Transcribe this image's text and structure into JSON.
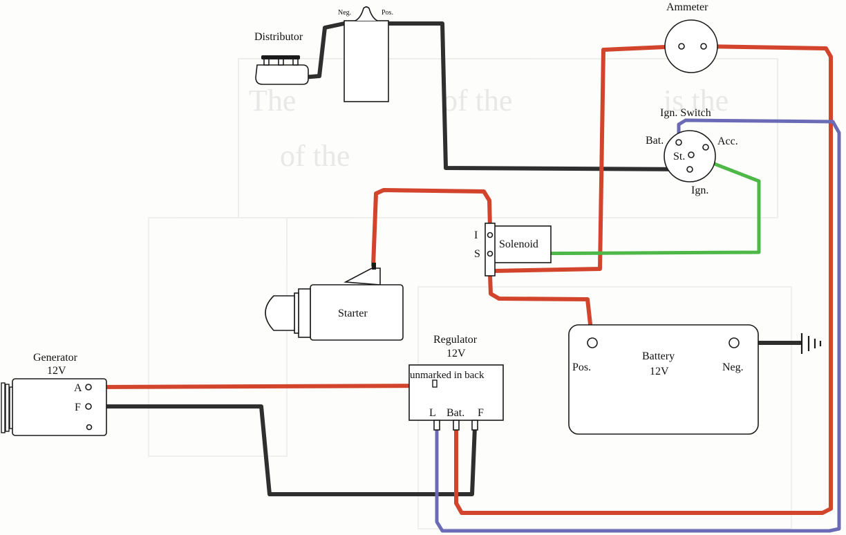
{
  "colors": {
    "red_wire": "#d2452c",
    "black_wire": "#2f2f2f",
    "green_wire": "#4db848",
    "blue_wire": "#6a6ab6",
    "outline": "#1a1a1a"
  },
  "labels": {
    "distributor": "Distributor",
    "neg": "Neg.",
    "pos": "Pos.",
    "ammeter": "Ammeter",
    "ign_switch": "Ign. Switch",
    "bat": "Bat.",
    "acc": "Acc.",
    "st": "St.",
    "ign": "Ign.",
    "solenoid": "Solenoid",
    "sol_i": "I",
    "sol_s": "S",
    "starter": "Starter",
    "regulator": "Regulator",
    "regulator_volts": "12V",
    "unmarked": "unmarked in back",
    "reg_l": "L",
    "reg_bat": "Bat.",
    "reg_f": "F",
    "generator": "Generator",
    "generator_volts": "12V",
    "gen_a": "A",
    "gen_f": "F",
    "battery": "Battery",
    "battery_volts": "12V",
    "batt_pos": "Pos.",
    "batt_neg": "Neg."
  },
  "ground_icon": "ground-symbol-icon"
}
